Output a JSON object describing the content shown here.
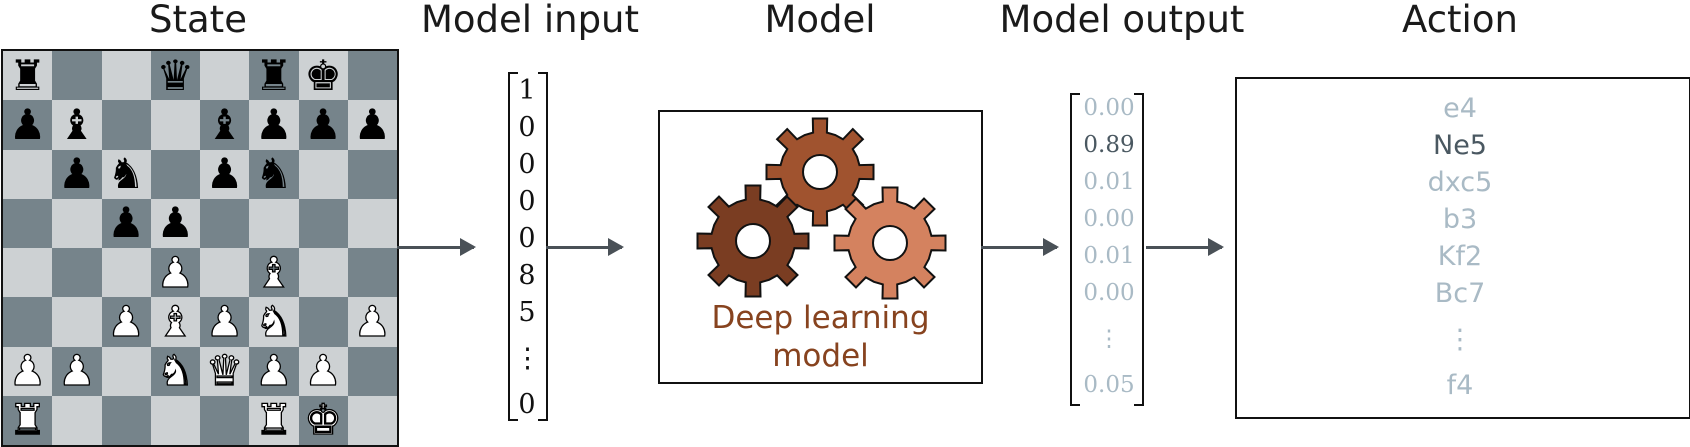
{
  "headers": {
    "state": "State",
    "model_input": "Model input",
    "model": "Model",
    "model_output": "Model output",
    "action": "Action"
  },
  "board": {
    "light_color": "#cdd1d3",
    "dark_color": "#76848b",
    "rows": [
      [
        "♜",
        "",
        "",
        "♛",
        "",
        "♜",
        "♚",
        ""
      ],
      [
        "♟",
        "♝",
        "",
        "",
        "♝",
        "♟",
        "♟",
        "♟"
      ],
      [
        "",
        "♟",
        "♞",
        "",
        "♟",
        "♞",
        "",
        ""
      ],
      [
        "",
        "",
        "♟",
        "♟",
        "",
        "",
        "",
        ""
      ],
      [
        "",
        "",
        "",
        "♙",
        "",
        "♗",
        "",
        ""
      ],
      [
        "",
        "",
        "♙",
        "♗",
        "♙",
        "♘",
        "",
        "♙"
      ],
      [
        "♙",
        "♙",
        "",
        "♘",
        "♕",
        "♙",
        "♙",
        ""
      ],
      [
        "♖",
        "",
        "",
        "",
        "",
        "♖",
        "♔",
        ""
      ]
    ]
  },
  "model_input": [
    "1",
    "0",
    "0",
    "0",
    "0",
    "8",
    "5",
    "⋮",
    "0"
  ],
  "model_box": {
    "label_line1": "Deep learning",
    "label_line2": "model",
    "gear_colors": [
      "#7a3d22",
      "#a0532f",
      "#d4825f"
    ]
  },
  "model_output": [
    "0.00",
    "0.89",
    "0.01",
    "0.00",
    "0.01",
    "0.00",
    "⋮",
    "0.05"
  ],
  "actions": [
    "e4",
    "Ne5",
    "dxc5",
    "b3",
    "Kf2",
    "Bc7",
    "⋮",
    "f4"
  ],
  "highlight_index": 1,
  "colors": {
    "muted_text": "#a9bac5",
    "highlight_text": "#4a5861",
    "arrow": "#4a5157",
    "model_label": "#87431f"
  }
}
